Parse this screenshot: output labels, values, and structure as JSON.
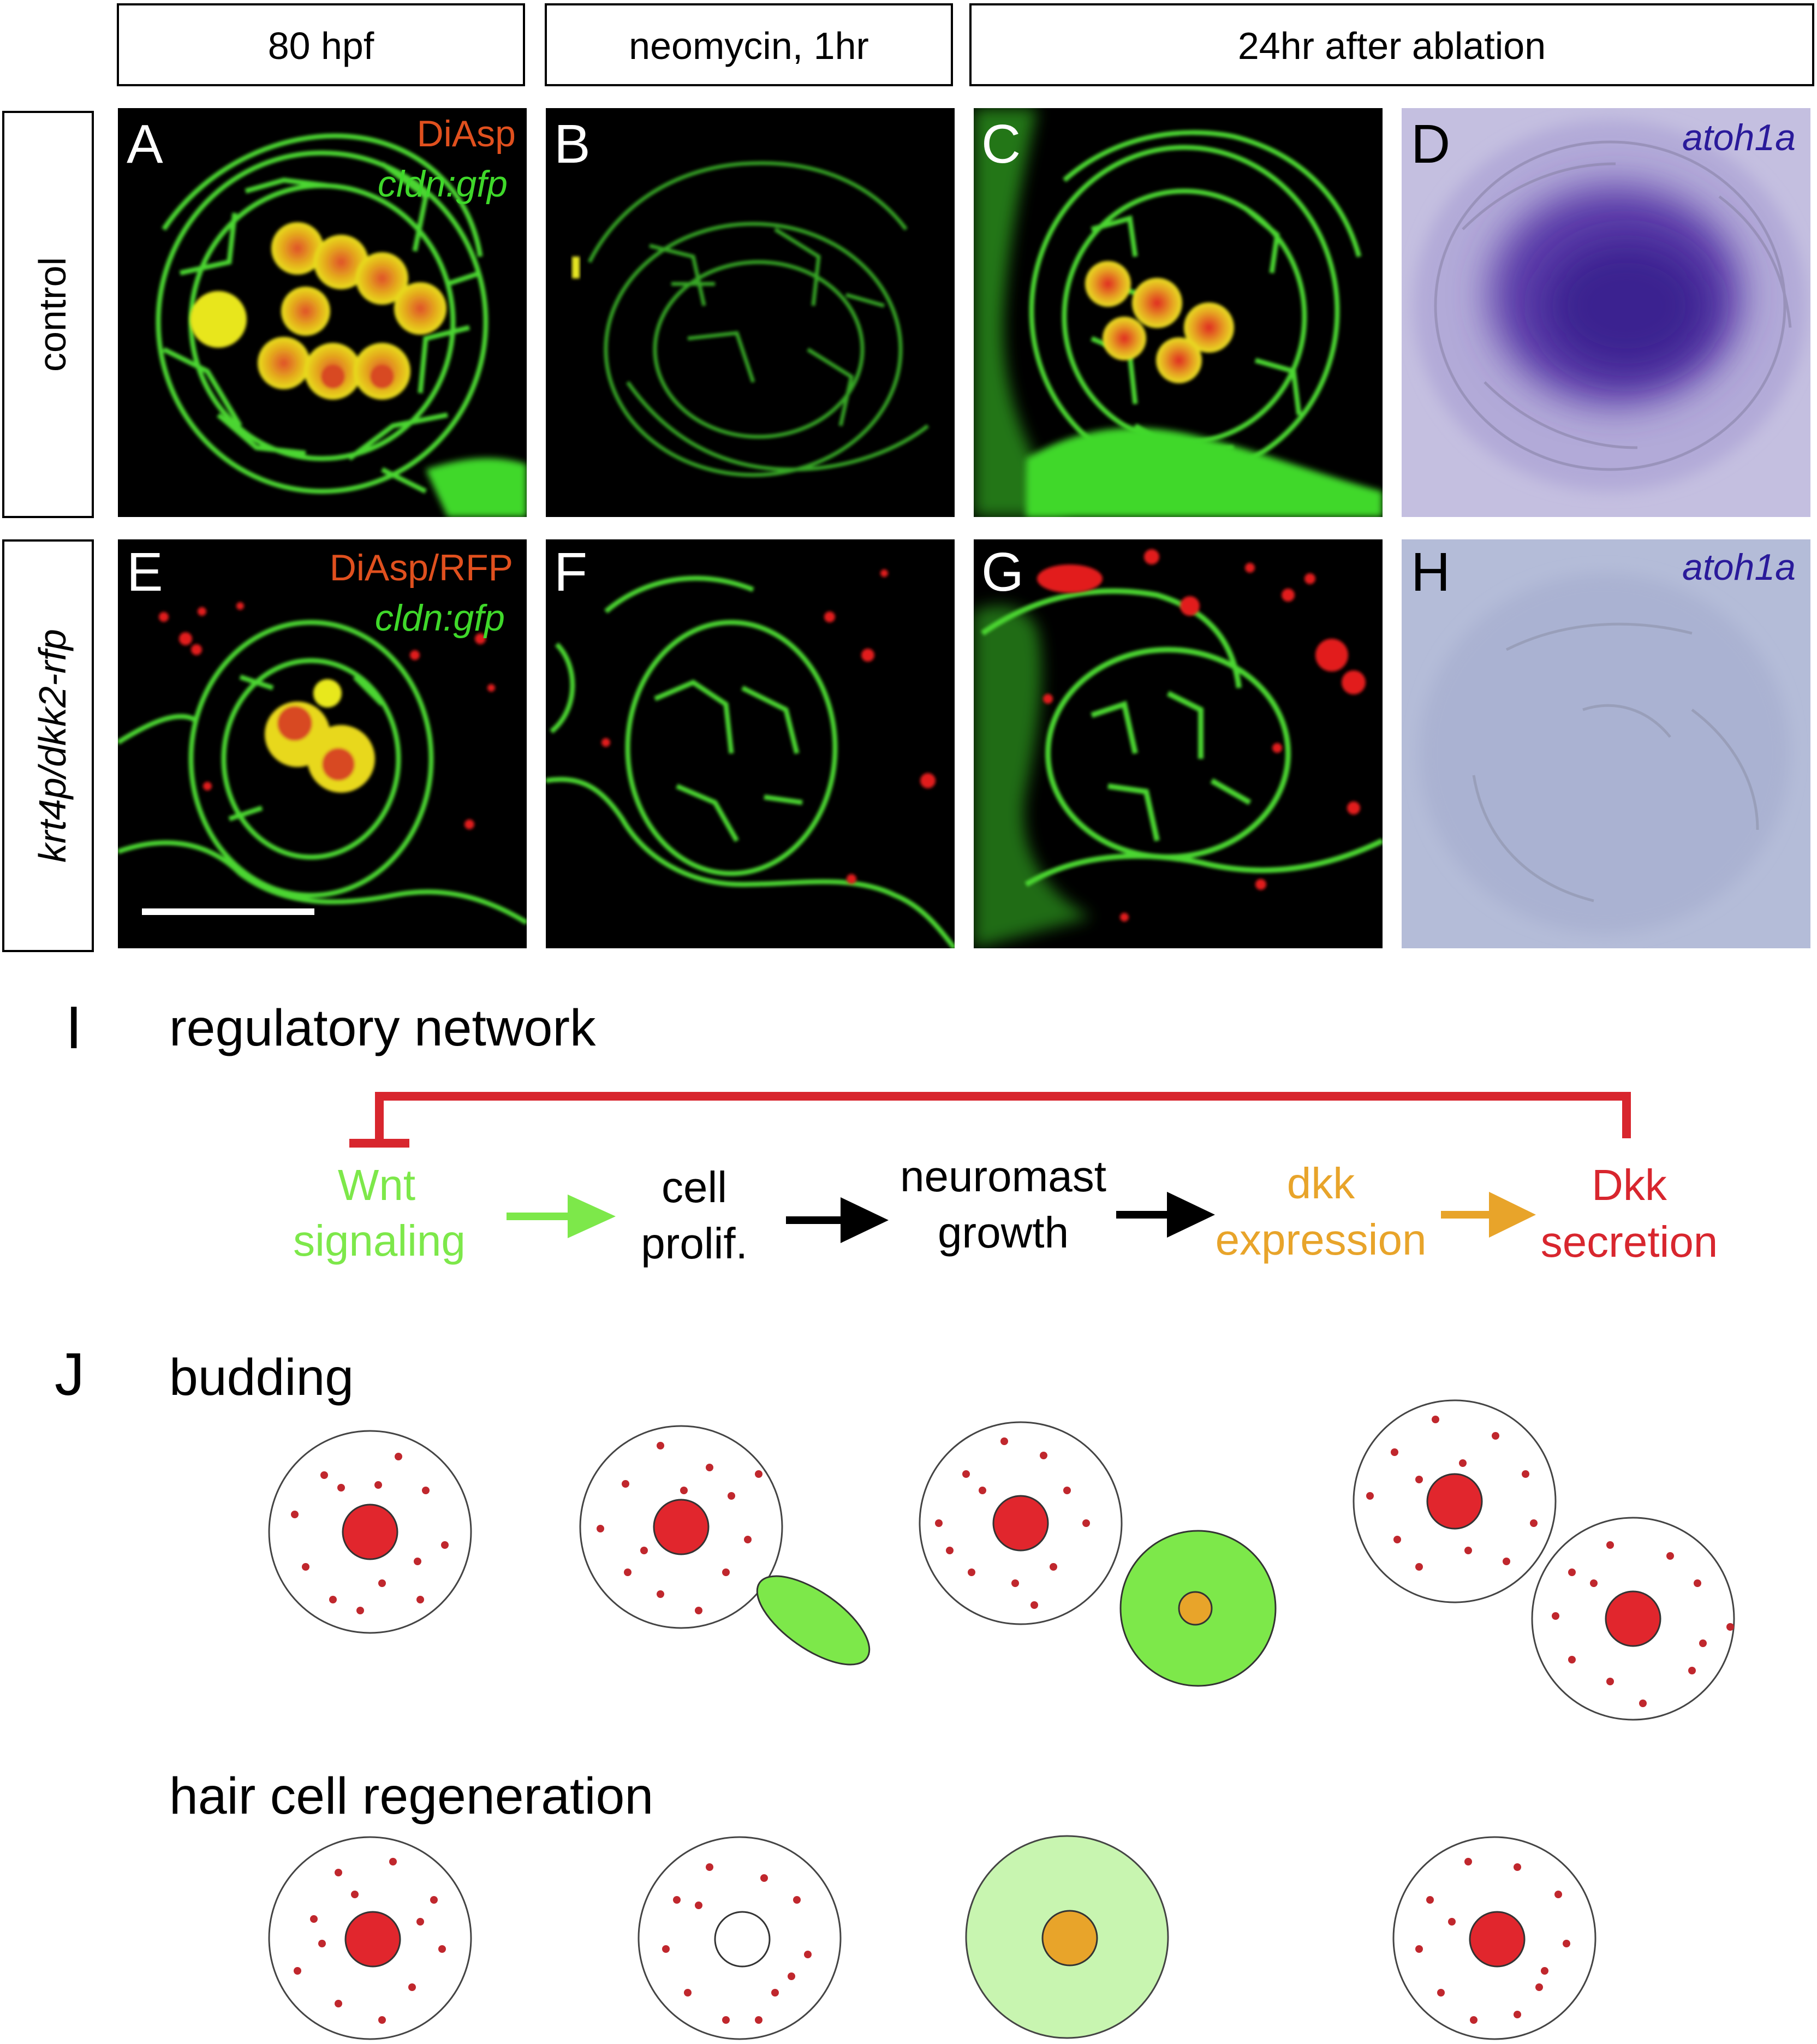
{
  "headers": {
    "col1": "80 hpf",
    "col2": "neomycin, 1hr",
    "col3": "24hr after ablation"
  },
  "row_labels": {
    "row1": "control",
    "row2": "krt4p/dkk2-rfp"
  },
  "panels": {
    "A": {
      "letter": "A",
      "label1": "DiAsp",
      "label2": "cldn:gfp"
    },
    "B": {
      "letter": "B"
    },
    "C": {
      "letter": "C"
    },
    "D": {
      "letter": "D",
      "label1": "atoh1a"
    },
    "E": {
      "letter": "E",
      "label1": "DiAsp/RFP",
      "label2": "cldn:gfp"
    },
    "F": {
      "letter": "F"
    },
    "G": {
      "letter": "G"
    },
    "H": {
      "letter": "H",
      "label1": "atoh1a"
    }
  },
  "section_I": {
    "letter": "I",
    "title": "regulatory network",
    "nodes": {
      "wnt1": "Wnt",
      "wnt2": "signaling",
      "prolif1": "cell",
      "prolif2": "prolif.",
      "growth1": "neuromast",
      "growth2": "growth",
      "dkkexp1": "dkk",
      "dkkexp2": "expression",
      "dkksec1": "Dkk",
      "dkksec2": "secretion"
    }
  },
  "section_J": {
    "letter": "J",
    "budding_title": "budding",
    "regen_title": "hair cell regeneration"
  },
  "colors": {
    "wnt_green": "#7de84a",
    "dkk_orange": "#e8a42a",
    "dkk_red": "#d8262e",
    "hair_cell_red": "#e1262d",
    "dot_red": "#c0272d",
    "fluor_green": "#3fd82a",
    "light_green": "#c8f5b0"
  }
}
